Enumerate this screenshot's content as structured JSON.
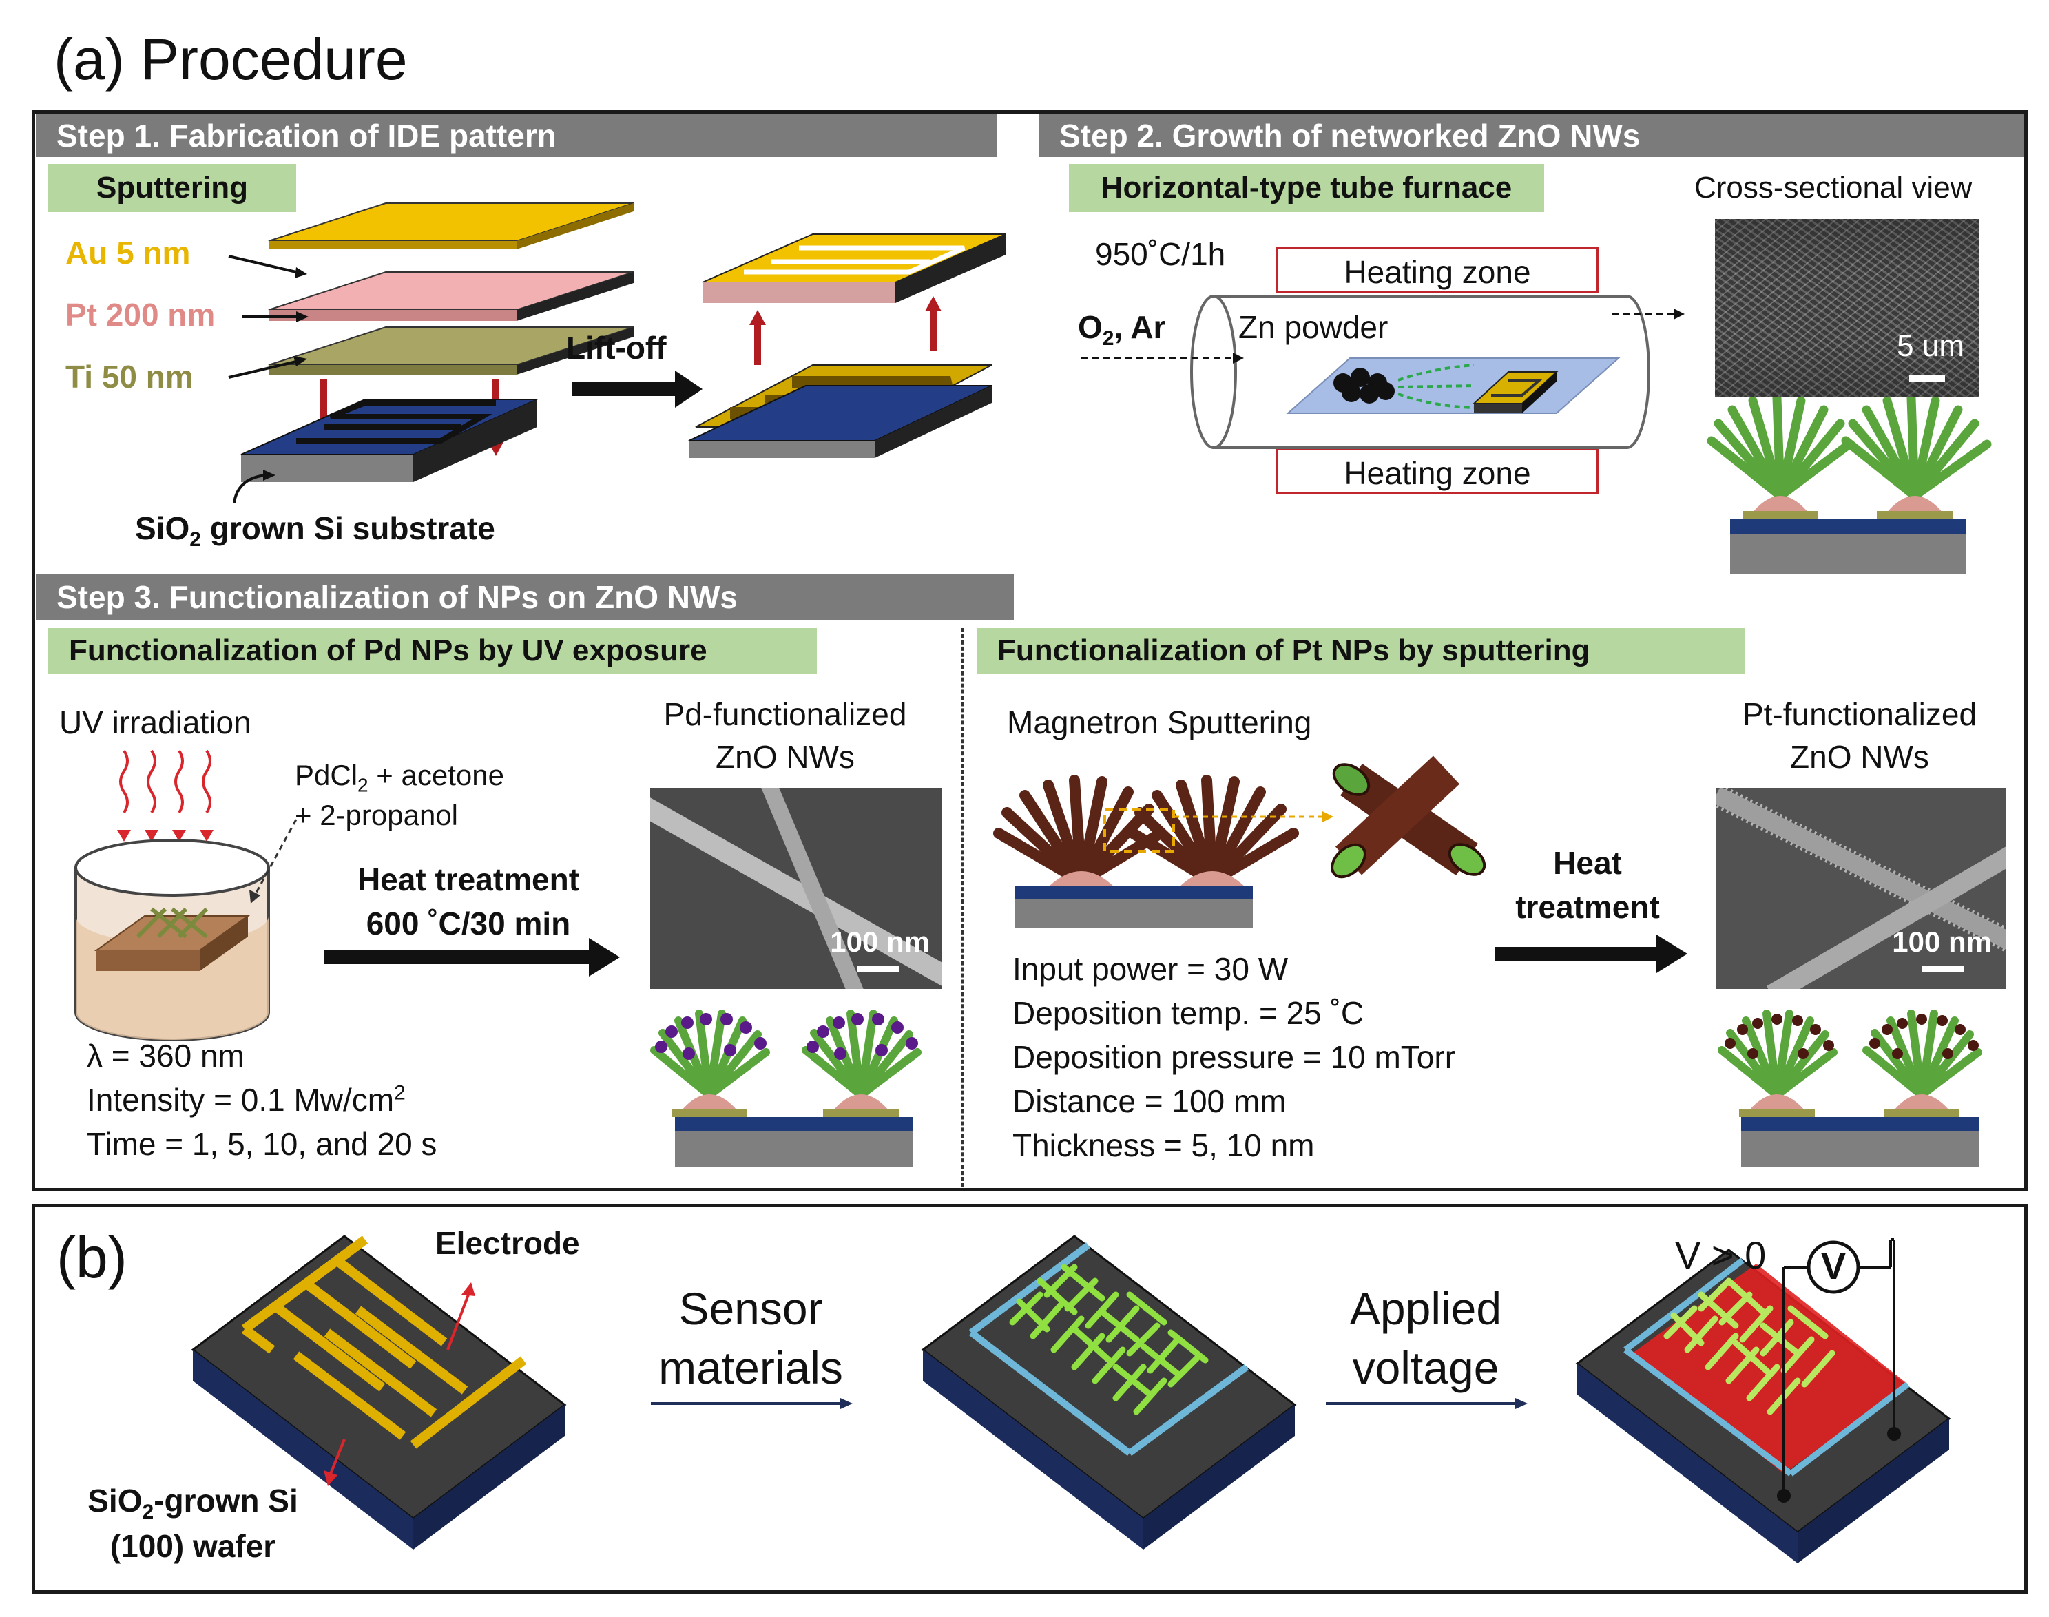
{
  "panel_a": {
    "title": "(a) Procedure",
    "step1": {
      "header": "Step 1. Fabrication of IDE pattern",
      "method": "Sputtering",
      "layers": [
        {
          "label": "Au 5 nm",
          "color": "#e8b500"
        },
        {
          "label": "Pt 200 nm",
          "color": "#e08a88"
        },
        {
          "label": "Ti 50 nm",
          "color": "#9a9a4a"
        }
      ],
      "lift_off": "Lift-off",
      "substrate_pre": "SiO",
      "substrate_sub": "2",
      "substrate_post": " grown Si substrate"
    },
    "step2": {
      "header": "Step 2. Growth of networked ZnO NWs",
      "method": "Horizontal-type tube furnace",
      "condition": "950˚C/1h",
      "heating_zone_top": "Heating  zone",
      "heating_zone_bottom": "Heating  zone",
      "gas_pre": "O",
      "gas_sub": "2",
      "gas_post": ", Ar",
      "zn_powder": "Zn powder",
      "cross_section": "Cross-sectional view",
      "scale": "5 um"
    },
    "step3": {
      "header": "Step 3. Functionalization of NPs on ZnO NWs",
      "pd": {
        "method": "Functionalization of Pd NPs by UV exposure",
        "uv": "UV irradiation",
        "solution_line1_pre": "PdCl",
        "solution_line1_sub": "2",
        "solution_line1_post": " + acetone",
        "solution_line2": "+ 2-propanol",
        "heat_line1": "Heat treatment",
        "heat_line2": "600 ˚C/30 min",
        "result_line1": "Pd-functionalized",
        "result_line2": "ZnO NWs",
        "scale": "100 nm",
        "param_lambda": "λ = 360 nm",
        "param_intensity_pre": "Intensity = 0.1 Mw/cm",
        "param_intensity_sup": "2",
        "param_time": "Time = 1, 5, 10, and 20 s"
      },
      "pt": {
        "method": "Functionalization of Pt NPs by sputtering",
        "magnetron": "Magnetron  Sputtering",
        "heat_line1": "Heat",
        "heat_line2": "treatment",
        "result_line1": "Pt-functionalized",
        "result_line2": "ZnO NWs",
        "scale": "100 nm",
        "params": [
          "Input power = 30 W",
          "Deposition  temp. = 25 ˚C",
          "Deposition  pressure = 10 mTorr",
          "Distance = 100 mm",
          "Thickness = 5, 10 nm"
        ]
      }
    }
  },
  "panel_b": {
    "title": "(b)",
    "electrode": "Electrode",
    "wafer_line1_pre": "SiO",
    "wafer_line1_sub": "2",
    "wafer_line1_post": "-grown  Si",
    "wafer_line2": "(100) wafer",
    "arrow1_line1": "Sensor",
    "arrow1_line2": "materials",
    "arrow2_line1": "Applied",
    "arrow2_line2": "voltage",
    "voltage": "V > 0",
    "meter": "V"
  },
  "colors": {
    "header_gray": "#7b7b7b",
    "label_green": "#b6d7a0",
    "gold": "#e8b500",
    "nanowire_green": "#5aa63c",
    "substrate_blue": "#1f3a78",
    "heating_red": "#c0262c"
  }
}
